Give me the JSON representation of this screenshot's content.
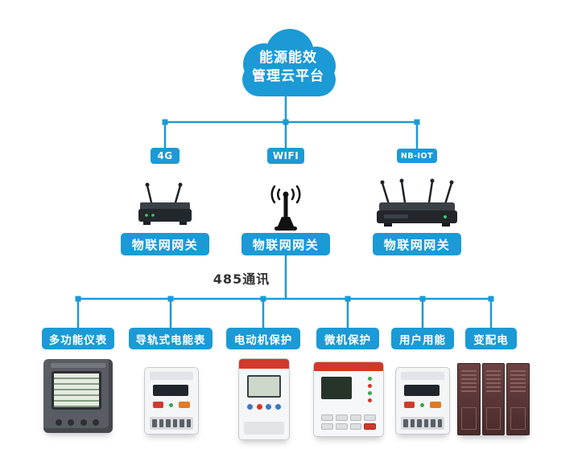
{
  "colors": {
    "primary": "#1b9ad6",
    "text_dark": "#333333"
  },
  "cloud": {
    "line1": "能源能效",
    "line2": "管理云平台"
  },
  "connections": [
    {
      "badge": "4G",
      "gateway_label": "物联网网关",
      "icon": "4g-router-icon"
    },
    {
      "badge": "WIFI",
      "gateway_label": "物联网网关",
      "icon": "wifi-antenna-icon"
    },
    {
      "badge": "NB-IOT",
      "gateway_label": "物联网网关",
      "icon": "nbiot-router-icon"
    }
  ],
  "bus": {
    "label": "485通讯"
  },
  "devices": [
    {
      "label": "多功能仪表",
      "image": "multifunction-panel-meter"
    },
    {
      "label": "导轨式电能表",
      "image": "din-rail-energy-meter"
    },
    {
      "label": "电动机保护",
      "image": "motor-protection-unit"
    },
    {
      "label": "微机保护",
      "image": "microcomputer-protection-relay"
    },
    {
      "label": "用户用能",
      "image": "user-energy-meter"
    },
    {
      "label": "变配电",
      "image": "power-distribution-cabinets"
    }
  ]
}
